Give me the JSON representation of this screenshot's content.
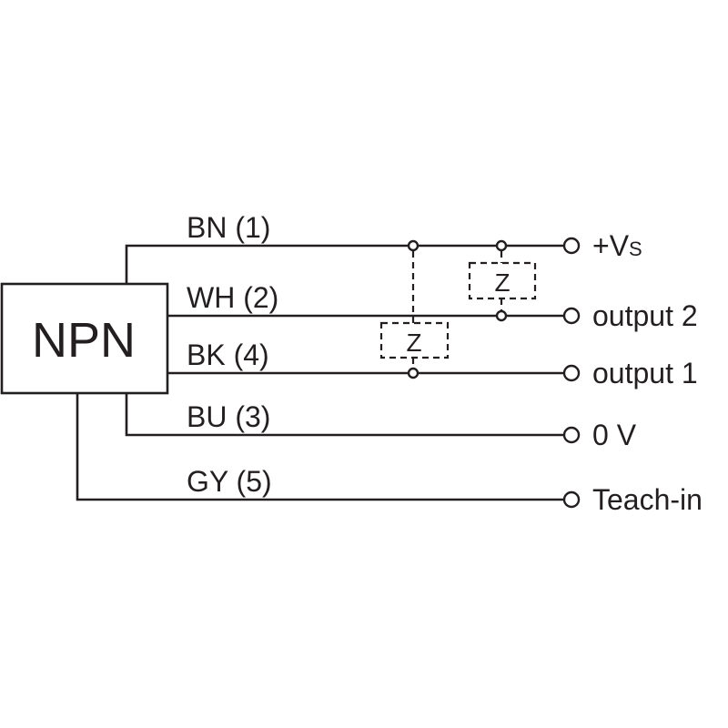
{
  "sensor": {
    "label": "NPN"
  },
  "wires": [
    {
      "id": "bn",
      "label": "BN (1)",
      "terminal": "+V",
      "terminal_sub": "S"
    },
    {
      "id": "wh",
      "label": "WH (2)",
      "terminal": "output 2"
    },
    {
      "id": "bk",
      "label": "BK (4)",
      "terminal": "output 1"
    },
    {
      "id": "bu",
      "label": "BU (3)",
      "terminal": "0 V"
    },
    {
      "id": "gy",
      "label": "GY (5)",
      "terminal": "Teach-in"
    }
  ],
  "loads": [
    {
      "label": "Z",
      "between": [
        "+V",
        "output 2"
      ]
    },
    {
      "label": "Z",
      "between": [
        "+V",
        "output 1"
      ]
    }
  ],
  "colors": {
    "line": "#231f20",
    "background": "#ffffff"
  }
}
